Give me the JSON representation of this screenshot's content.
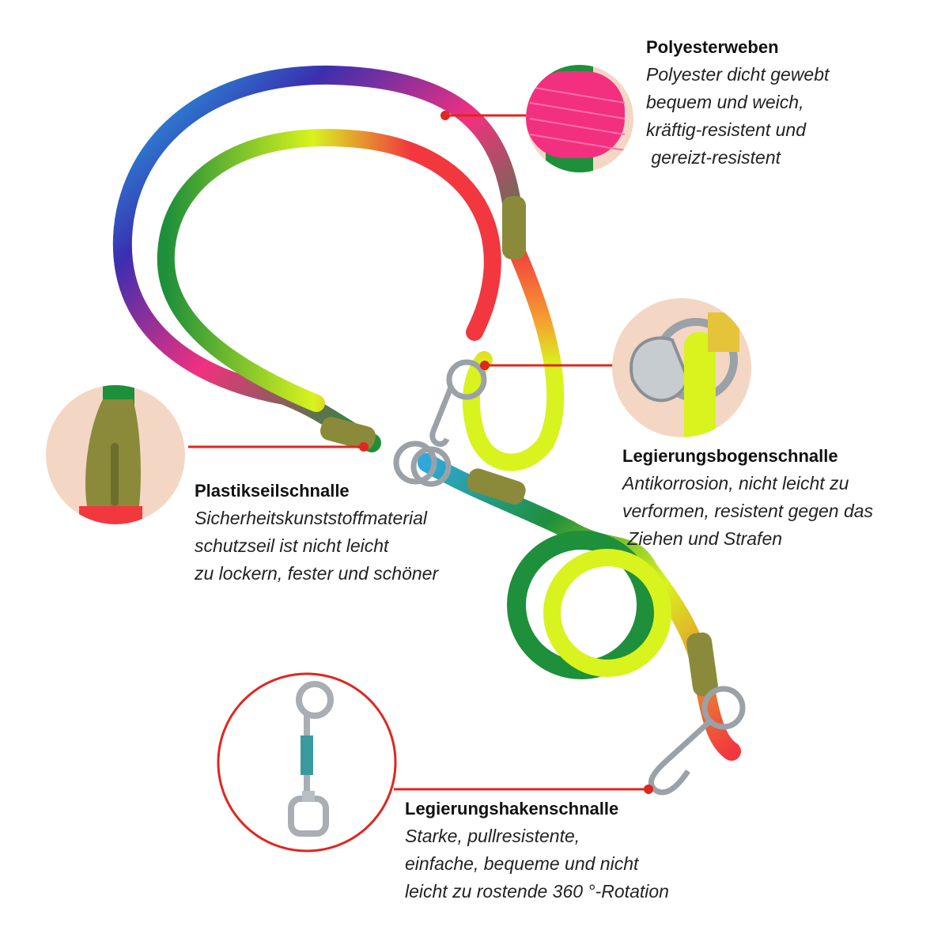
{
  "colors": {
    "accent_line": "#e0261f",
    "buckle": "#8a8a3a",
    "rope_green": "#1e8f3a",
    "rope_red": "#f2373f",
    "rope_yellow": "#d8f31e",
    "rope_blue": "#2ea8d8",
    "rope_magenta": "#f2307f",
    "rope_indigo": "#3a2fb0",
    "metal": "#b9bfc4",
    "circle_bg": "#f4d6c4"
  },
  "annotations": {
    "polyester": {
      "title": "Polyesterweben",
      "lines": [
        "Polyester dicht gewebt",
        "bequem und weich,",
        "kräftig-resistent und",
        " gereizt-resistent"
      ]
    },
    "bogen": {
      "title": "Legierungsbogenschnalle",
      "lines": [
        "Antikorrosion, nicht leicht zu",
        "verformen, resistent gegen das",
        " Ziehen und Strafen"
      ]
    },
    "plastik": {
      "title": "Plastikseilschnalle",
      "lines": [
        "Sicherheitskunststoffmaterial",
        "schutzseil ist nicht leicht",
        "zu lockern, fester und schöner"
      ]
    },
    "haken": {
      "title": "Legierungshakenschnalle",
      "lines": [
        "Starke, pullresistente,",
        "einfache, bequeme und nicht",
        "leicht zu rostende 360 °-Rotation"
      ]
    }
  }
}
